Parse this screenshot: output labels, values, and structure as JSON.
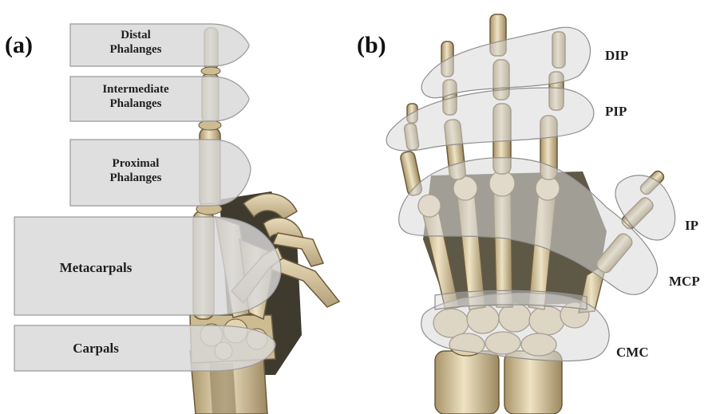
{
  "panels": {
    "a": {
      "letter": "(a)",
      "labels": {
        "distal": [
          "Distal",
          "Phalanges"
        ],
        "intermediate": [
          "Intermediate",
          "Phalanges"
        ],
        "proximal": [
          "Proximal",
          "Phalanges"
        ],
        "metacarpals": "Metacarpals",
        "carpals": "Carpals"
      }
    },
    "b": {
      "letter": "(b)",
      "joints": {
        "dip": "DIP",
        "pip": "PIP",
        "ip": "IP",
        "mcp": "MCP",
        "cmc": "CMC"
      }
    }
  },
  "colors": {
    "bone": "#d9c9a3",
    "bone_shadow": "#8a7a58",
    "tissue": "#4a4536",
    "label_box": "#dcdcdc",
    "label_border": "#9a9a9a"
  }
}
